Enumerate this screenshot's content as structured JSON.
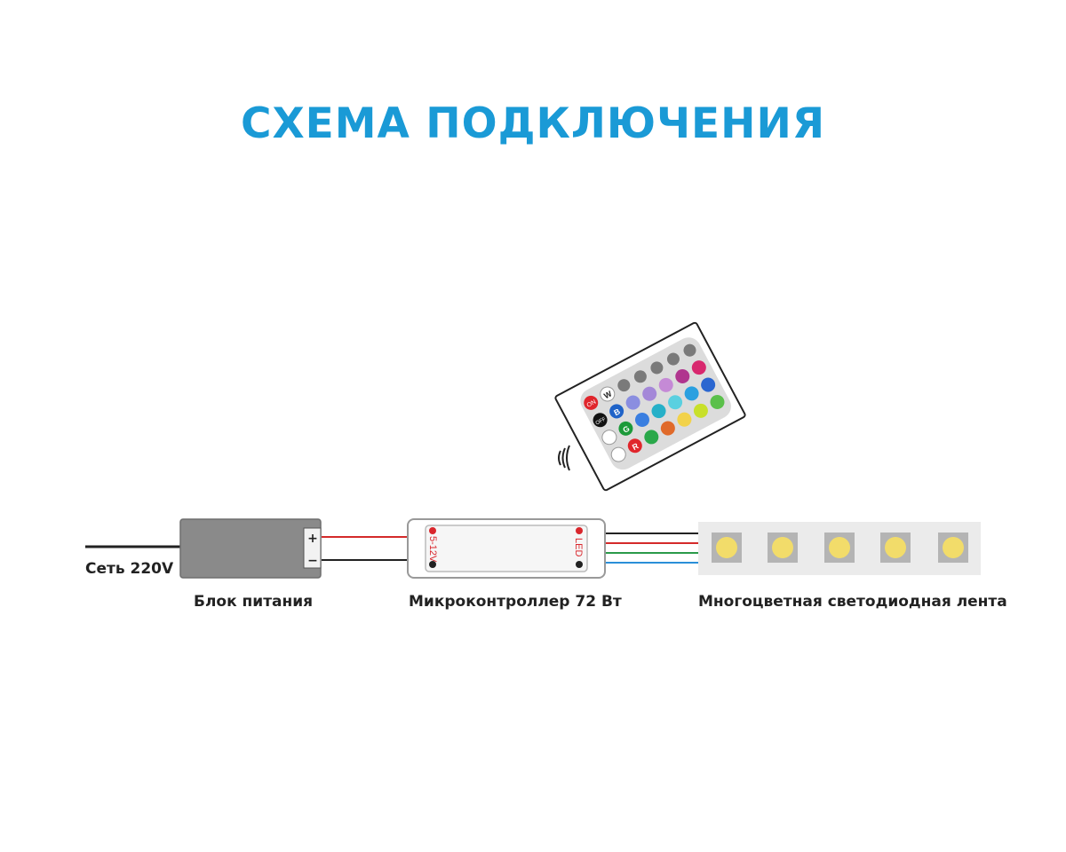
{
  "title": "СХЕМА ПОДКЛЮЧЕНИЯ",
  "labels": {
    "mains": "Сеть 220V",
    "power_supply": "Блок питания",
    "controller": "Микроконтроллер 72 Вт",
    "led_strip": "Многоцветная светодиодная лента"
  },
  "power_supply": {
    "plus": "+",
    "minus": "−"
  },
  "controller": {
    "input_label": "5-12V",
    "output_label": "LED"
  },
  "remote": {
    "on_label": "ON",
    "off_label": "OFF",
    "w_label": "W",
    "r_label": "R",
    "g_label": "G",
    "b_label": "B"
  },
  "colors": {
    "title": "#1a9ad6",
    "accent_red": "#d9262c",
    "wire_red": "#d42a2a",
    "wire_black": "#222222",
    "wire_green": "#2a9a4a",
    "wire_blue": "#2a8fd8",
    "psu_body": "#8a8a8a",
    "led_yellow": "#f2dc6a"
  }
}
